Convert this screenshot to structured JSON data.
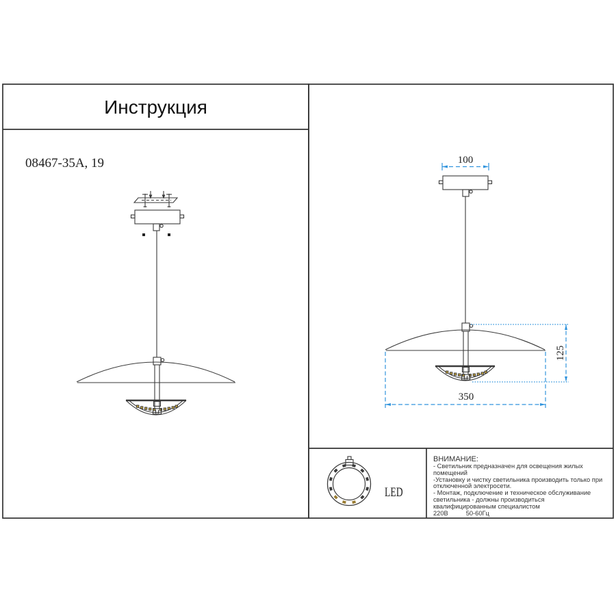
{
  "title": "Инструкция",
  "model": "08467-35А, 19",
  "dimensions": {
    "canopy_width": "100",
    "shade_height": "125",
    "shade_width": "350"
  },
  "led_label": "LED",
  "warning": {
    "heading": "ВНИМАНИЕ:",
    "lines": [
      "- Светильник предназначен для освещения жилых",
      "помещений",
      "-Установку и чистку светильника производить только при",
      "отключенной электросети.",
      "- Монтаж, подключение и техническое обслуживание",
      "светильника - должны производиться",
      "квалифицированным специалистом"
    ],
    "voltage": "220В",
    "frequency": "50-60Гц"
  },
  "colors": {
    "line": "#3a3a3a",
    "dimension_blue": "#3194dd",
    "led_dot": "#b89a3e"
  }
}
